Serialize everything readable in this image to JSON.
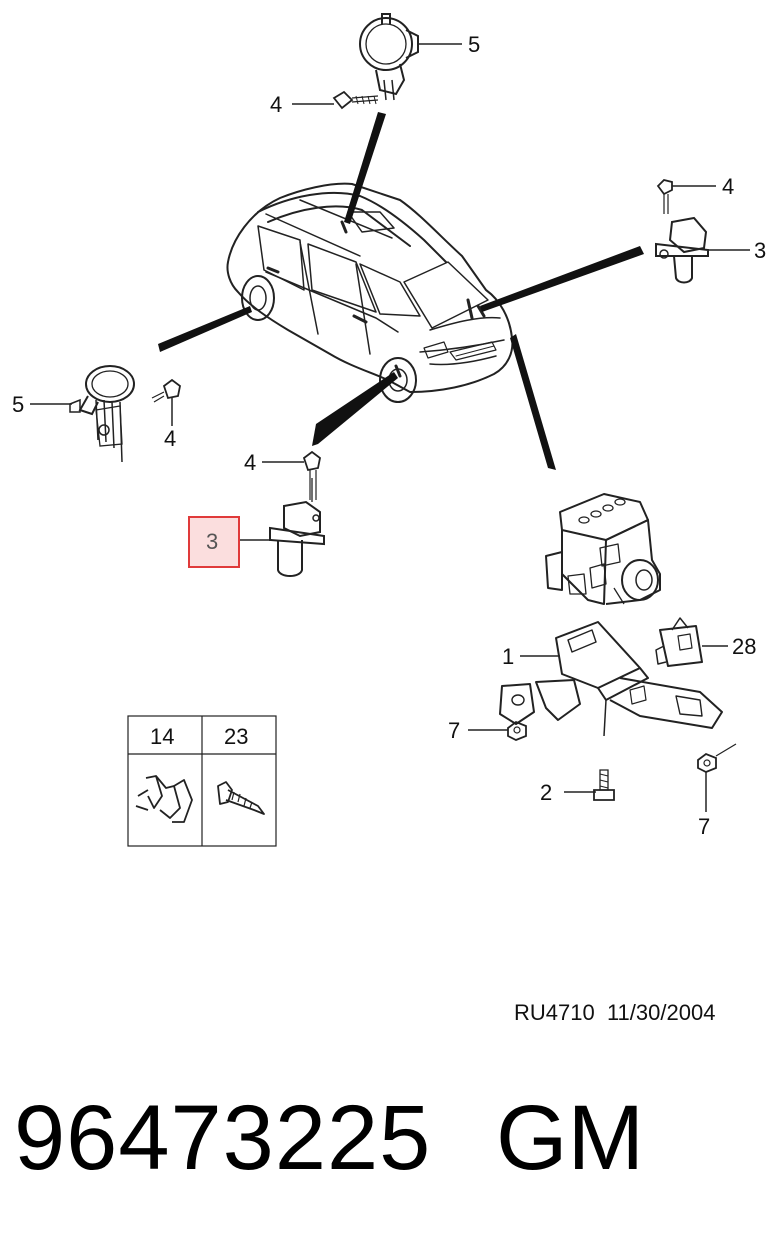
{
  "callouts": {
    "top_sensor_number": "5",
    "top_bolt_number": "4",
    "right_bolt_number": "4",
    "right_sensor_number": "3",
    "left_sensor_number": "5",
    "left_bolt_number": "4",
    "front_bolt_number": "4",
    "front_sensor_number": "3",
    "bracket_number": "1",
    "connector_number": "28",
    "nut_left_number": "7",
    "bolt_bottom_number": "2",
    "nut_right_number": "7"
  },
  "highlight_color": "#e03a3a",
  "highlight_fill": "#fbdede",
  "parts_table": {
    "headers": [
      "14",
      "23"
    ],
    "icons": [
      "clip-icon",
      "screw-icon"
    ]
  },
  "reference": {
    "code": "RU4710",
    "date": "11/30/2004"
  },
  "footer": {
    "part_number": "96473225",
    "brand": "GM"
  }
}
